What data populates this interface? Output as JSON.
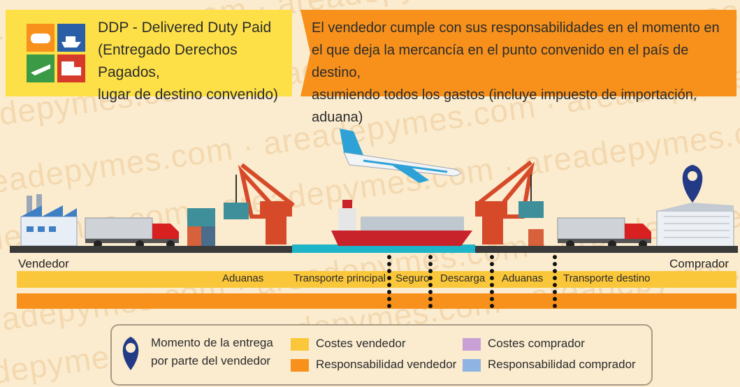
{
  "watermark": "areadepymes.com · areadepymes.com · areadepymes.com · areadepymes.com",
  "header": {
    "title_lines": [
      "DDP - Delivered Duty Paid",
      "(Entregado Derechos Pagados,",
      "lugar de destino convenido)"
    ],
    "description_lines": [
      "El vendedor cumple con sus responsabilidades en el momento en",
      "el que deja la mercancía en el punto convenido en el país de destino,",
      "asumiendo todos los gastos (incluye impuesto de importación, aduana)"
    ]
  },
  "diagram": {
    "seller_label": "Vendedor",
    "buyer_label": "Comprador",
    "stages": [
      "Aduanas",
      "Transporte principal",
      "Seguro",
      "Descarga",
      "Aduanas",
      "Transporte destino"
    ]
  },
  "legend": {
    "delivery_point_lines": [
      "Momento de la entrega",
      "por parte del vendedor"
    ],
    "items": [
      {
        "label": "Costes vendedor",
        "color": "#fbc73a"
      },
      {
        "label": "Responsabilidad vendedor",
        "color": "#f7911c"
      },
      {
        "label": "Costes comprador",
        "color": "#c9a0d6"
      },
      {
        "label": "Responsabilidad comprador",
        "color": "#8fb4e3"
      }
    ]
  },
  "colors": {
    "header_yellow": "#fde047",
    "header_orange": "#f7911c",
    "pin": "#233a86",
    "crane": "#d64a2a",
    "ground": "#3a3a3a",
    "water": "#1fb5c9"
  }
}
